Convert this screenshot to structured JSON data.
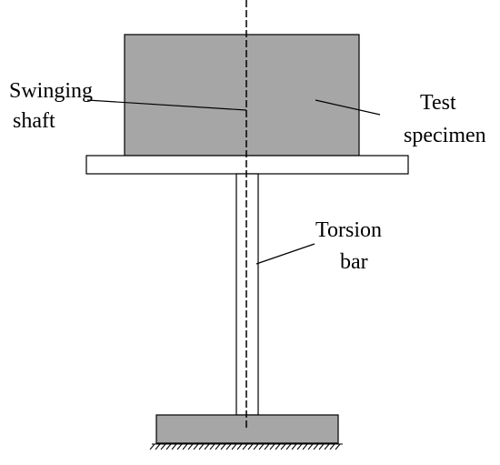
{
  "labels": {
    "swinging_shaft_line1": "Swinging",
    "swinging_shaft_line2": "shaft",
    "test_specimen_line1": "Test",
    "test_specimen_line2": "specimen",
    "torsion_bar_line1": "Torsion",
    "torsion_bar_line2": "bar"
  },
  "colors": {
    "specimen_fill": "#a6a6a6",
    "base_fill": "#a6a6a6",
    "platform_fill": "#ffffff",
    "bar_fill": "#ffffff",
    "stroke": "#000000"
  }
}
